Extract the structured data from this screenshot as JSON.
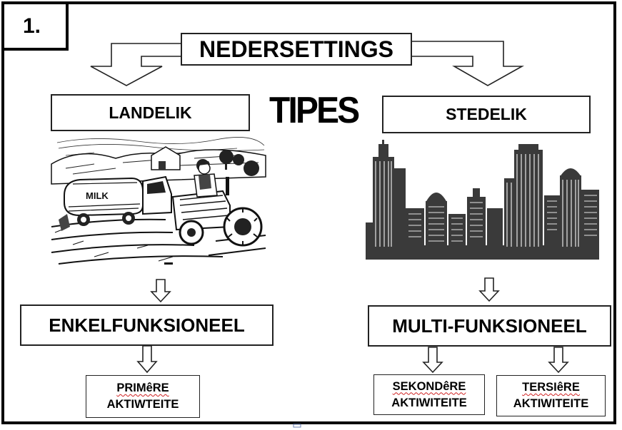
{
  "slide": {
    "number_badge": "1.",
    "root_label": "NEDERSETTINGS",
    "center_label": "TIPES"
  },
  "rural": {
    "type_label": "LANDELIK",
    "illustration": "rural-farm-tractor-illustration",
    "milk_tank_text": "MILK",
    "function_label": "ENKELFUNKSIONEEL",
    "activity": {
      "line1": "PRIMêRE",
      "line2": "AKTIWTEITE"
    }
  },
  "urban": {
    "type_label": "STEDELIK",
    "illustration": "city-skyline-illustration",
    "function_label": "MULTI-FUNKSIONEEL",
    "activities": [
      {
        "line1": "SEKONDêRE",
        "line2": "AKTIWITEITE"
      },
      {
        "line1": "TERSIêRE",
        "line2": "AKTIWITEITE"
      }
    ]
  },
  "colors": {
    "border": "#000000",
    "background": "#ffffff",
    "skyline": "#3a3a3a",
    "spelling_underline": "#d02020"
  }
}
